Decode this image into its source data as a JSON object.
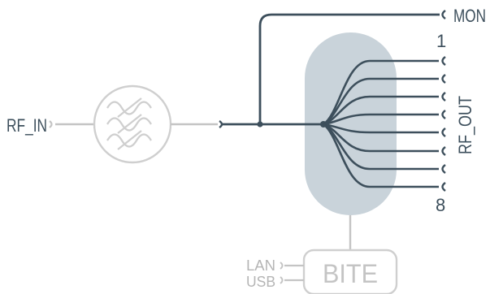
{
  "labels": {
    "rf_in": "RF_IN",
    "mon": "MON",
    "port_first": "1",
    "port_last": "8",
    "rf_out": "RF_OUT",
    "lan": "LAN",
    "usb": "USB",
    "bite": "BITE"
  },
  "colors": {
    "dark_line": "#3d4f5c",
    "light_line": "#c4c4c4",
    "splitter_fill": "#c9d3da",
    "text_dark": "#3d4f5c",
    "text_light": "#b5b5b5"
  },
  "output_port_count": 8
}
